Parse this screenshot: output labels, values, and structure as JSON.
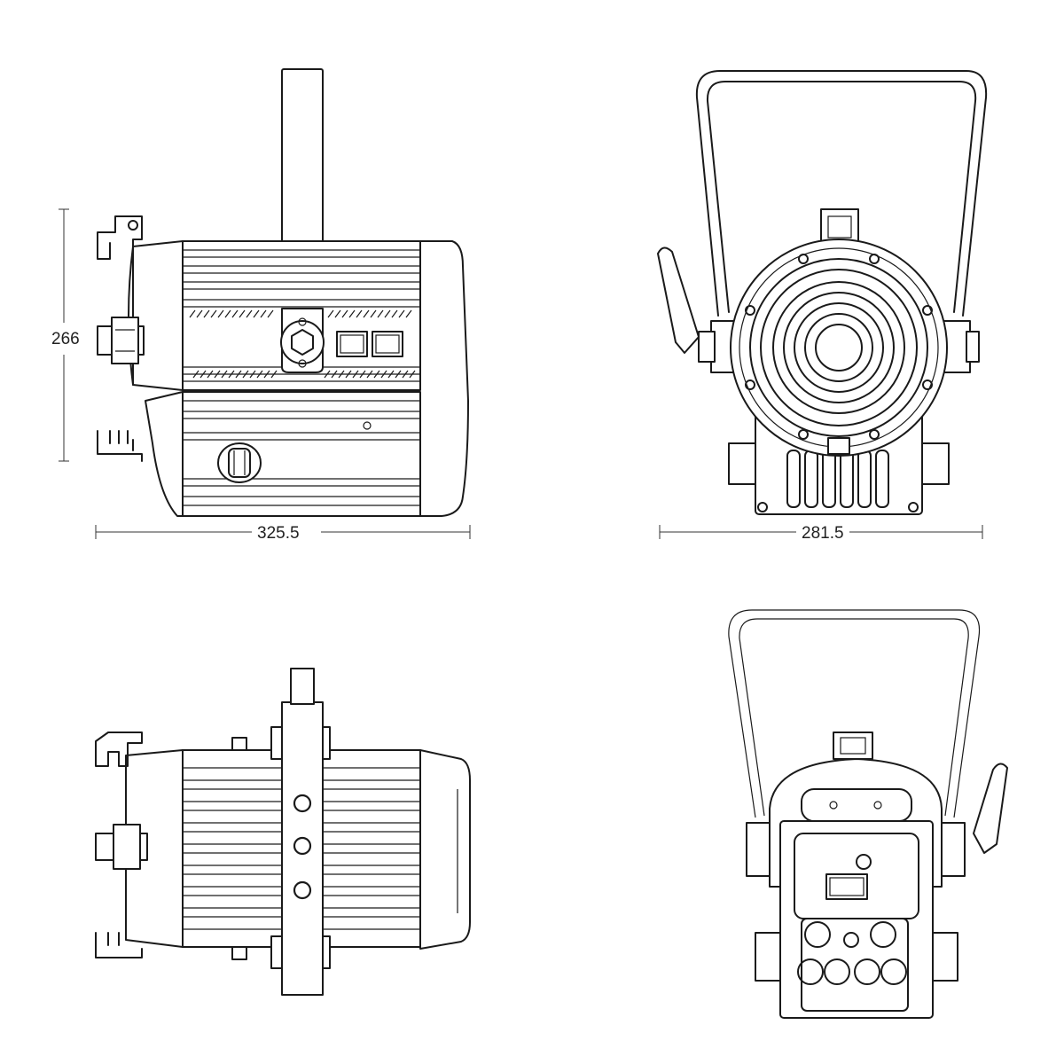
{
  "dimensions": {
    "height_label": "266",
    "depth_label": "325.5",
    "width_label": "281.5"
  },
  "colors": {
    "line": "#1a1a1a",
    "background": "#ffffff"
  }
}
